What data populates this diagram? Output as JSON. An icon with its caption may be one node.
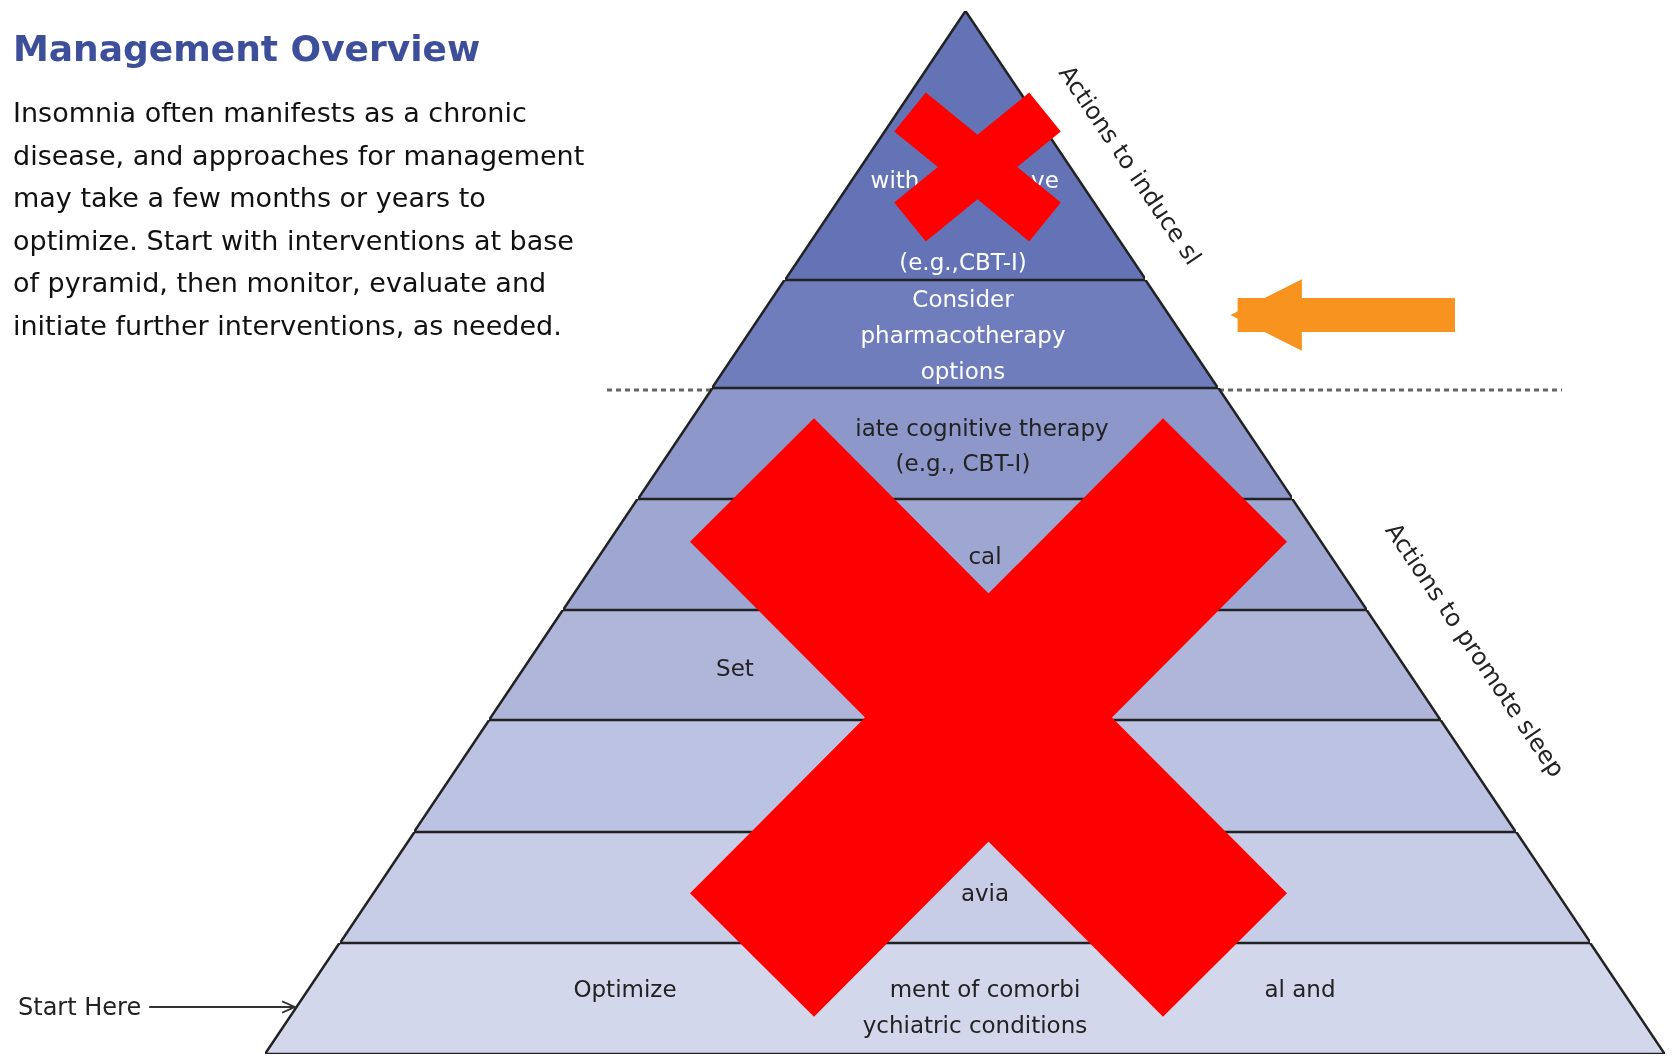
{
  "diagram": {
    "title": "Management Overview",
    "nodes": [
      {
        "text": [
          "with",
          "ve",
          "(e.g.,CBT-I)"
        ]
      },
      {
        "text": [
          "Consider pharmacotherapy options"
        ]
      },
      {
        "text": [
          "iate cognitive therapy",
          "(e.g., CBT-I)"
        ]
      },
      {
        "text": [
          "cal"
        ]
      },
      {
        "text": [
          "Set"
        ]
      },
      {
        "text": [],
        "shape": "box"
      },
      {
        "text": [
          "avia"
        ]
      },
      {
        "text": [
          "Optimize",
          "ment of comorbi",
          "al and",
          "ychiatric conditions"
        ]
      },
      {
        "text": [
          "Start Here"
        ]
      }
    ],
    "edges": [
      {
        "from": 8,
        "to": 7,
        "arrow": "to"
      },
      {
        "from": null,
        "to": 1,
        "arrow": "to",
        "style": "thick",
        "color": "#f7931e"
      }
    ],
    "labels": [
      "Insomnia often manifests as a chronic disease, and approaches for management may take a few months or years to optimize. Start with interventions at base of pyramid, then monitor, evaluate and initiate further interventions, as needed.",
      "Actions to induce sl",
      "Actions to promote sleep"
    ]
  }
}
